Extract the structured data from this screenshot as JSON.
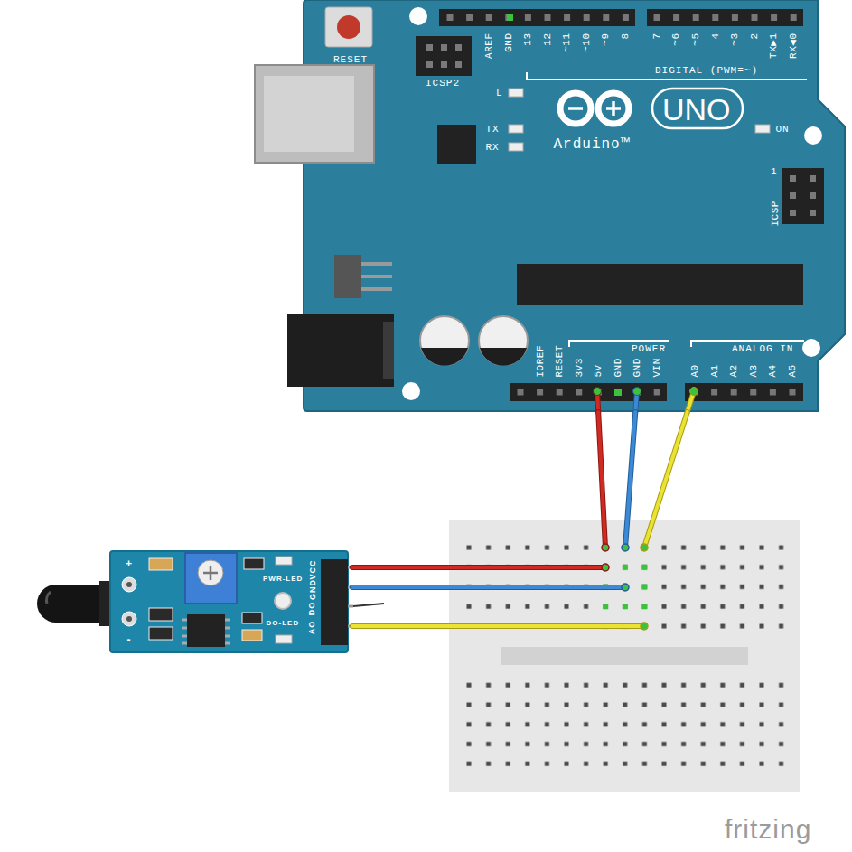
{
  "diagram": {
    "nodes": [
      {
        "text": [
          "RESET",
          "ICSP2",
          "AREF",
          "GND",
          "13",
          "12",
          "~11",
          "~10",
          "~9",
          "8",
          "7",
          "~6",
          "~5",
          "4",
          "~3",
          "2",
          "TX▶1",
          "RX◀0",
          "DIGITAL (PWM=~)",
          "L",
          "TX",
          "RX",
          "UNO",
          "Arduino™",
          "ON",
          "1",
          "ICSP",
          "IOREF",
          "RESET",
          "3V3",
          "5V",
          "GND",
          "GND",
          "VIN",
          "POWER",
          "ANALOG IN",
          "A0",
          "A1",
          "A2",
          "A3",
          "A4",
          "A5"
        ]
      },
      {
        "text": [
          "+",
          "-",
          "PWR-LED",
          "VCC",
          "GND",
          "DO",
          "AO",
          "DO-LED"
        ]
      }
    ],
    "edges": [
      {
        "from": 0,
        "to": 1,
        "arrow": "none"
      },
      {
        "from": 0,
        "to": 1,
        "arrow": "none"
      },
      {
        "from": 0,
        "to": 1,
        "arrow": "none"
      }
    ],
    "labels": [
      "fritzing"
    ]
  }
}
